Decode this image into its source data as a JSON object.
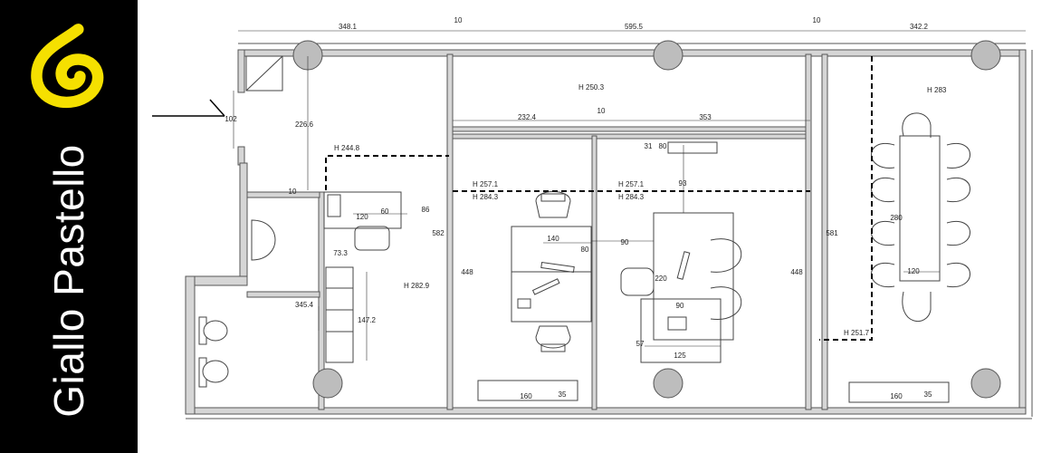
{
  "brand": {
    "name": "Giallo Pastello",
    "logo_icon": "spiral-g-logo-icon",
    "colors": {
      "background": "#000000",
      "logo": "#f5e000",
      "text": "#ffffff"
    }
  },
  "plan": {
    "colors": {
      "wall": "#555555",
      "wall_fill": "#d6d6d6",
      "column": "#bdbdbd",
      "line": "#333333",
      "dashed": "#000000"
    },
    "dimensions": {
      "top_left_span": "348.1",
      "top_gap_left": "10",
      "top_middle_span": "595.5",
      "top_gap_right": "10",
      "top_right_span": "342.2",
      "entrance_width": "102",
      "lobby_depth": "226.6",
      "corridor_gap": "10",
      "desk_width_small": "120",
      "desk_depth_small": "60",
      "desk_clearance": "86",
      "chair_depth": "73.3",
      "corridor_width": "345.4",
      "shelf_length": "147.2",
      "middle_partition_left": "232.4",
      "middle_partition_gap": "10",
      "middle_partition_right": "353",
      "office_depth_left": "582",
      "office_depth_right": "581",
      "office_height_left": "448",
      "office_height_mid": "448",
      "desk_cluster_width": "140",
      "desk_cluster_depth": "80",
      "cluster_to_desk": "90",
      "director_desk_depth": "220",
      "director_desk_width": "90",
      "side_unit_width": "125",
      "side_unit_depth": "57",
      "wall_to_desk": "93",
      "niche_a": "31",
      "niche_b": "80",
      "cabinet_a_width": "160",
      "cabinet_a_depth": "35",
      "cabinet_b_width": "160",
      "cabinet_b_depth": "35",
      "meeting_table_length": "280",
      "meeting_table_width": "120"
    },
    "heights": {
      "reception": "H 244.8",
      "lobby": "H 282.9",
      "corridor": "H 250.3",
      "office_a_1": "H 257.1",
      "office_a_2": "H 284.3",
      "office_b_1": "H 257.1",
      "office_b_2": "H 284.3",
      "meeting": "H 283",
      "meeting_low": "H 251.7"
    }
  }
}
